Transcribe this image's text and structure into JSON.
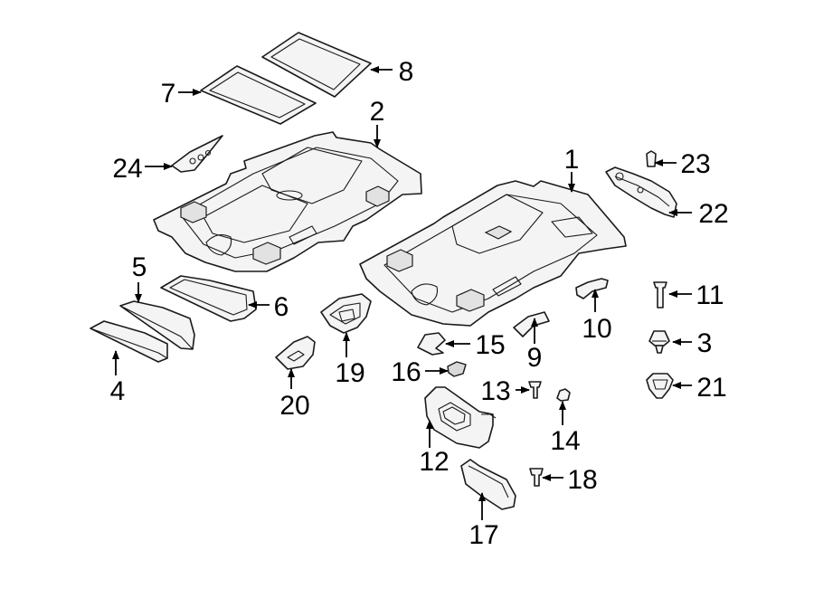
{
  "callouts": {
    "c1": "1",
    "c2": "2",
    "c3": "3",
    "c4": "4",
    "c5": "5",
    "c6": "6",
    "c7": "7",
    "c8": "8",
    "c9": "9",
    "c10": "10",
    "c11": "11",
    "c12": "12",
    "c13": "13",
    "c14": "14",
    "c15": "15",
    "c16": "16",
    "c17": "17",
    "c18": "18",
    "c19": "19",
    "c20": "20",
    "c21": "21",
    "c22": "22",
    "c23": "23",
    "c24": "24"
  },
  "colors": {
    "line": "#1a1a1a",
    "fill": "#f4f4f4",
    "background": "#ffffff"
  }
}
